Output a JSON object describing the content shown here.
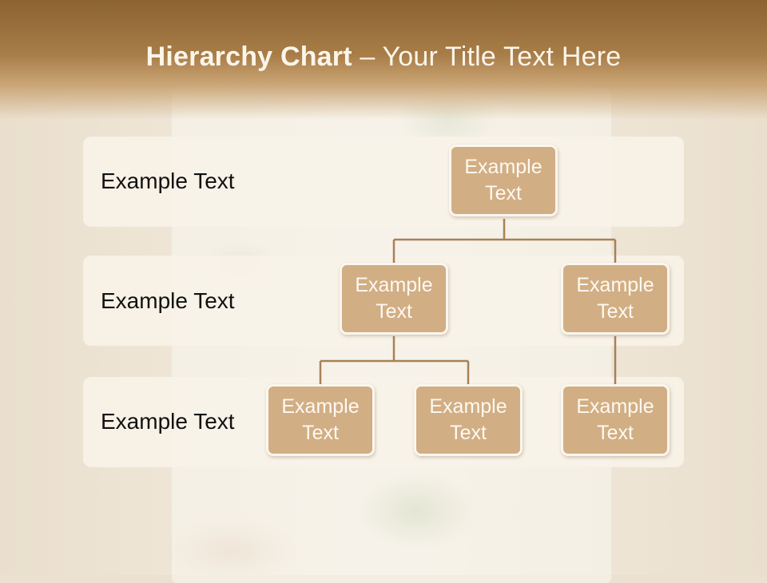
{
  "slide": {
    "title_bold": "Hierarchy Chart",
    "title_rest": " – Your Title Text Here"
  },
  "levels": [
    {
      "label": "Example Text"
    },
    {
      "label": "Example Text"
    },
    {
      "label": "Example Text"
    }
  ],
  "nodes": {
    "root": {
      "text": "Example Text"
    },
    "level2_left": {
      "text": "Example Text"
    },
    "level2_right": {
      "text": "Example Text"
    },
    "level3_a": {
      "text": "Example Text"
    },
    "level3_b": {
      "text": "Example Text"
    },
    "level3_c": {
      "text": "Example Text"
    }
  },
  "colors": {
    "header": "#a77c47",
    "node_fill": "#d2ae84",
    "connector": "#a88157"
  }
}
